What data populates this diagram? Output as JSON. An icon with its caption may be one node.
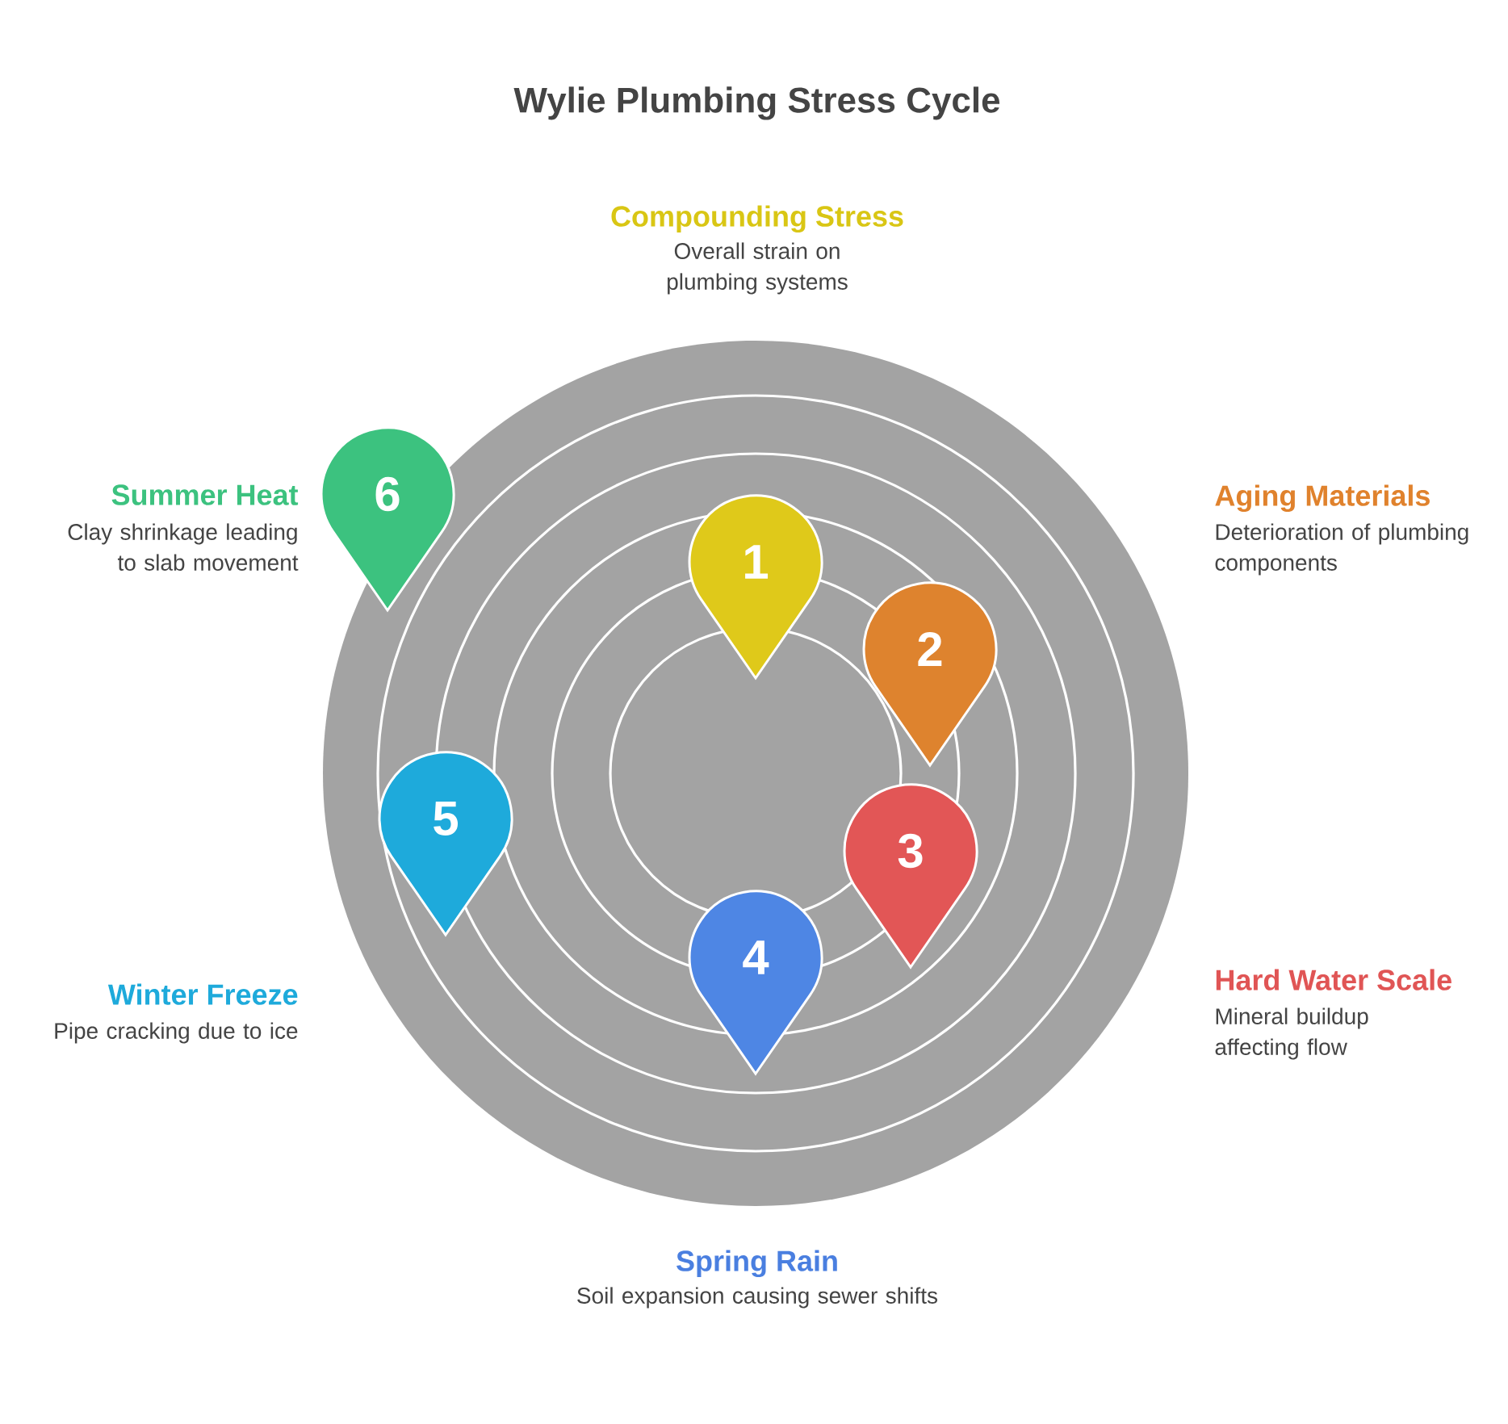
{
  "diagram": {
    "title": "Wylie Plumbing Stress Cycle",
    "nodes": [
      {
        "text": [
          "1"
        ]
      },
      {
        "text": [
          "2"
        ]
      },
      {
        "text": [
          "3"
        ]
      },
      {
        "text": [
          "4"
        ]
      },
      {
        "text": [
          "5"
        ]
      },
      {
        "text": [
          "6"
        ]
      }
    ],
    "edges": [],
    "labels": [
      "Compounding Stress",
      "Overall strain on plumbing systems",
      "Summer Heat",
      "Clay shrinkage leading to slab movement",
      "Aging Materials",
      "Deterioration of plumbing components",
      "Winter Freeze",
      "Pipe cracking due to ice",
      "Hard Water Scale",
      "Mineral buildup affecting flow",
      "Spring Rain",
      "Soil expansion causing sewer shifts"
    ]
  }
}
